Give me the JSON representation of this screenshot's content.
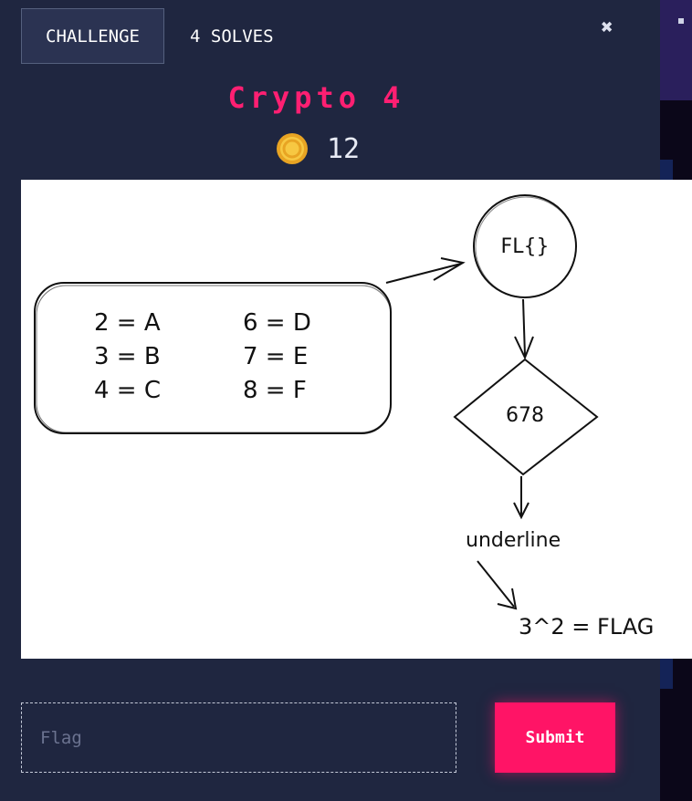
{
  "header": {
    "challenge_tab": "CHALLENGE",
    "solves_tab": "4 SOLVES",
    "close_icon": "close-icon"
  },
  "challenge": {
    "title": "Crypto 4",
    "points": "12",
    "coin_icon": "coin-icon"
  },
  "diagram": {
    "mapping": [
      {
        "left": "2 = A",
        "right": "6 = D"
      },
      {
        "left": "3 = B",
        "right": "7 = E"
      },
      {
        "left": "4 = C",
        "right": "8 = F"
      }
    ],
    "circle_text": "FL{}",
    "diamond_text": "678",
    "underline_text": "underline",
    "bottom_text": "3^2 = FLAG"
  },
  "form": {
    "flag_placeholder": "Flag",
    "flag_value": "",
    "submit_label": "Submit"
  },
  "colors": {
    "modal_bg": "#1f2640",
    "title": "#ff1f72",
    "submit_bg": "#ff1466"
  }
}
